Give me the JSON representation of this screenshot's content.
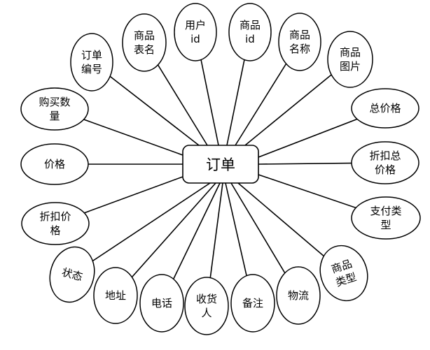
{
  "entity": {
    "label": "订单"
  },
  "attributes": [
    {
      "id": "order-number",
      "lines": [
        "订单",
        "编号"
      ]
    },
    {
      "id": "product-thumbnail",
      "lines": [
        "商品",
        "表名"
      ]
    },
    {
      "id": "user-id",
      "lines": [
        "用户",
        "id"
      ]
    },
    {
      "id": "product-id",
      "lines": [
        "商品",
        "id"
      ]
    },
    {
      "id": "product-name",
      "lines": [
        "商品",
        "名称"
      ]
    },
    {
      "id": "product-image",
      "lines": [
        "商品",
        "图片"
      ]
    },
    {
      "id": "total-price",
      "lines": [
        "总价格"
      ]
    },
    {
      "id": "discount-total-price",
      "lines": [
        "折扣总",
        "价格"
      ]
    },
    {
      "id": "payment-type",
      "lines": [
        "支付类",
        "型"
      ]
    },
    {
      "id": "product-type",
      "lines": [
        "商品",
        "类型"
      ]
    },
    {
      "id": "logistics",
      "lines": [
        "物流"
      ]
    },
    {
      "id": "remarks",
      "lines": [
        "备注"
      ]
    },
    {
      "id": "recipient",
      "lines": [
        "收货",
        "人"
      ]
    },
    {
      "id": "phone",
      "lines": [
        "电话"
      ]
    },
    {
      "id": "address",
      "lines": [
        "地址"
      ]
    },
    {
      "id": "status",
      "lines": [
        "状态"
      ]
    },
    {
      "id": "discount-price",
      "lines": [
        "折扣价",
        "格"
      ]
    },
    {
      "id": "price",
      "lines": [
        "价格"
      ]
    },
    {
      "id": "purchase-quantity",
      "lines": [
        "购买数",
        "量"
      ]
    }
  ]
}
